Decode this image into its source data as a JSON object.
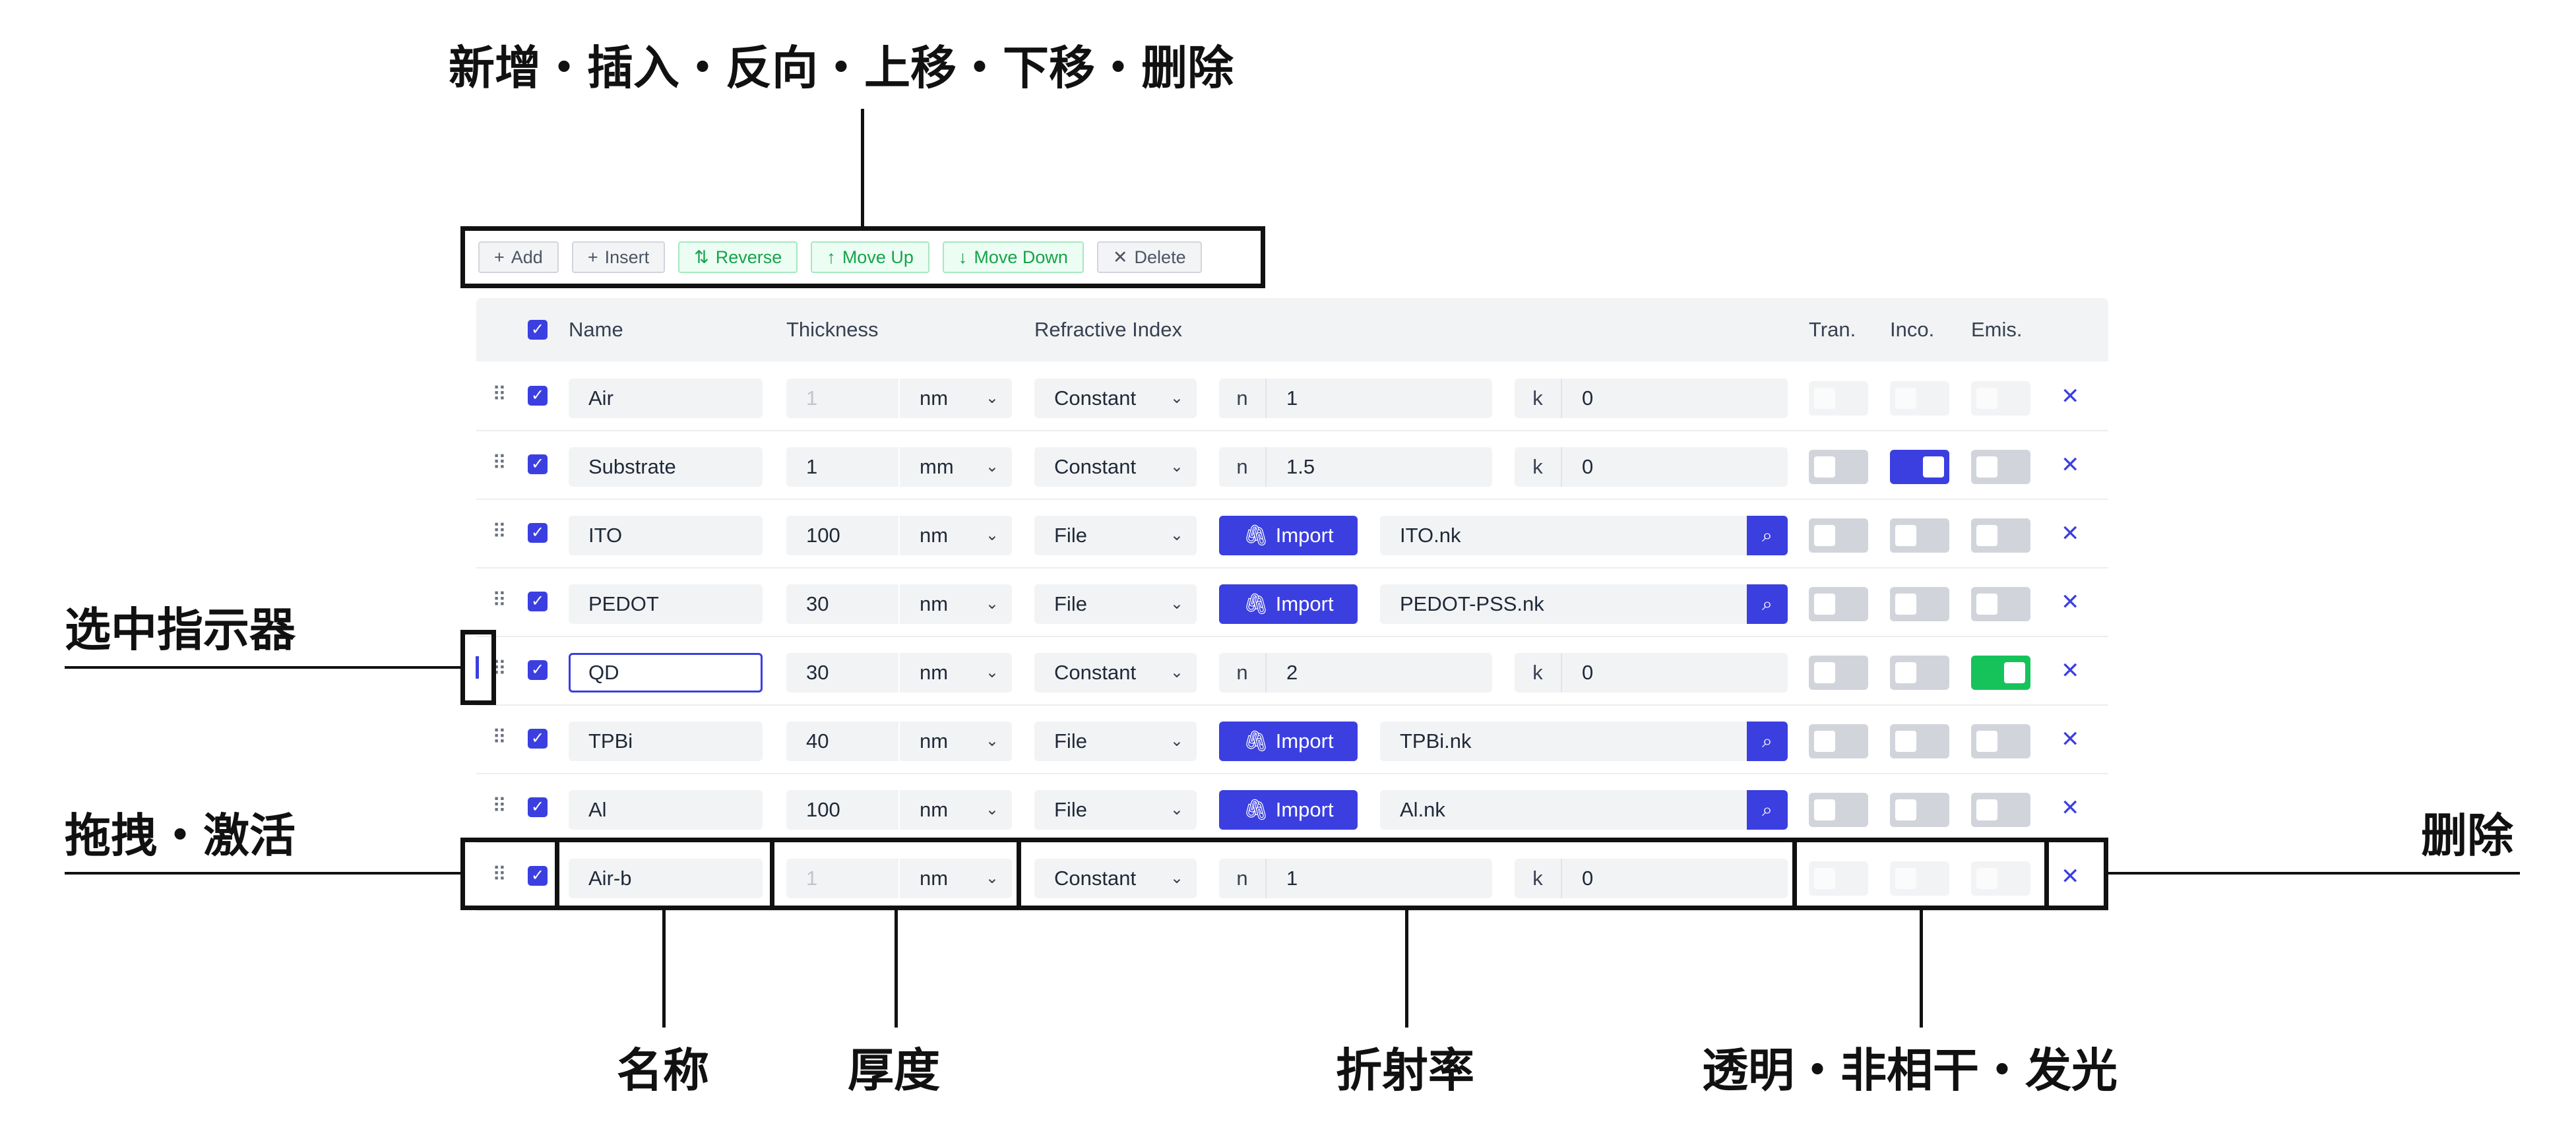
{
  "annotations": {
    "toolbar_caption": "新增・插入・反向・上移・下移・删除",
    "selection_indicator": "选中指示器",
    "drag_activate": "拖拽・激活",
    "delete": "删除",
    "name": "名称",
    "thickness": "厚度",
    "refractive_index": "折射率",
    "flags": "透明・非相干・发光"
  },
  "toolbar": [
    {
      "icon": "plus-icon",
      "glyph": "+",
      "label": "Add",
      "style": "gray"
    },
    {
      "icon": "plus-icon",
      "glyph": "+",
      "label": "Insert",
      "style": "gray"
    },
    {
      "icon": "reverse-icon",
      "glyph": "⇅",
      "label": "Reverse",
      "style": "green"
    },
    {
      "icon": "arrow-up-icon",
      "glyph": "↑",
      "label": "Move Up",
      "style": "green"
    },
    {
      "icon": "arrow-down-icon",
      "glyph": "↓",
      "label": "Move Down",
      "style": "green"
    },
    {
      "icon": "close-icon",
      "glyph": "✕",
      "label": "Delete",
      "style": "gray"
    }
  ],
  "table": {
    "headers": {
      "name": "Name",
      "thickness": "Thickness",
      "refractive_index": "Refractive Index",
      "transparent": "Tran.",
      "incoherent": "Inco.",
      "emissive": "Emis."
    },
    "colors": {
      "accent": "#3b3fe0",
      "emissive_on": "#16c35b"
    },
    "rows": [
      {
        "name": "Air",
        "thickness": "1",
        "thickness_disabled": true,
        "unit": "nm",
        "mode": "Constant",
        "n": "1",
        "k": "0",
        "checked": true,
        "tran": false,
        "inco": false,
        "emis": false,
        "flags_disabled": true
      },
      {
        "name": "Substrate",
        "thickness": "1",
        "unit": "mm",
        "mode": "Constant",
        "n": "1.5",
        "k": "0",
        "checked": true,
        "tran": false,
        "inco": true,
        "emis": false
      },
      {
        "name": "ITO",
        "thickness": "100",
        "unit": "nm",
        "mode": "File",
        "import_label": "Import",
        "file": "ITO.nk",
        "checked": true,
        "tran": false,
        "inco": false,
        "emis": false
      },
      {
        "name": "PEDOT",
        "thickness": "30",
        "unit": "nm",
        "mode": "File",
        "import_label": "Import",
        "file": "PEDOT-PSS.nk",
        "checked": true,
        "tran": false,
        "inco": false,
        "emis": false
      },
      {
        "name": "QD",
        "thickness": "30",
        "unit": "nm",
        "mode": "Constant",
        "n": "2",
        "k": "0",
        "checked": true,
        "selected": true,
        "tran": false,
        "inco": false,
        "emis": true
      },
      {
        "name": "TPBi",
        "thickness": "40",
        "unit": "nm",
        "mode": "File",
        "import_label": "Import",
        "file": "TPBi.nk",
        "checked": true,
        "tran": false,
        "inco": false,
        "emis": false
      },
      {
        "name": "Al",
        "thickness": "100",
        "unit": "nm",
        "mode": "File",
        "import_label": "Import",
        "file": "Al.nk",
        "checked": true,
        "tran": false,
        "inco": false,
        "emis": false
      },
      {
        "name": "Air-b",
        "thickness": "1",
        "thickness_disabled": true,
        "unit": "nm",
        "mode": "Constant",
        "n": "1",
        "k": "0",
        "checked": true,
        "tran": false,
        "inco": false,
        "emis": false,
        "flags_disabled": true
      }
    ]
  }
}
